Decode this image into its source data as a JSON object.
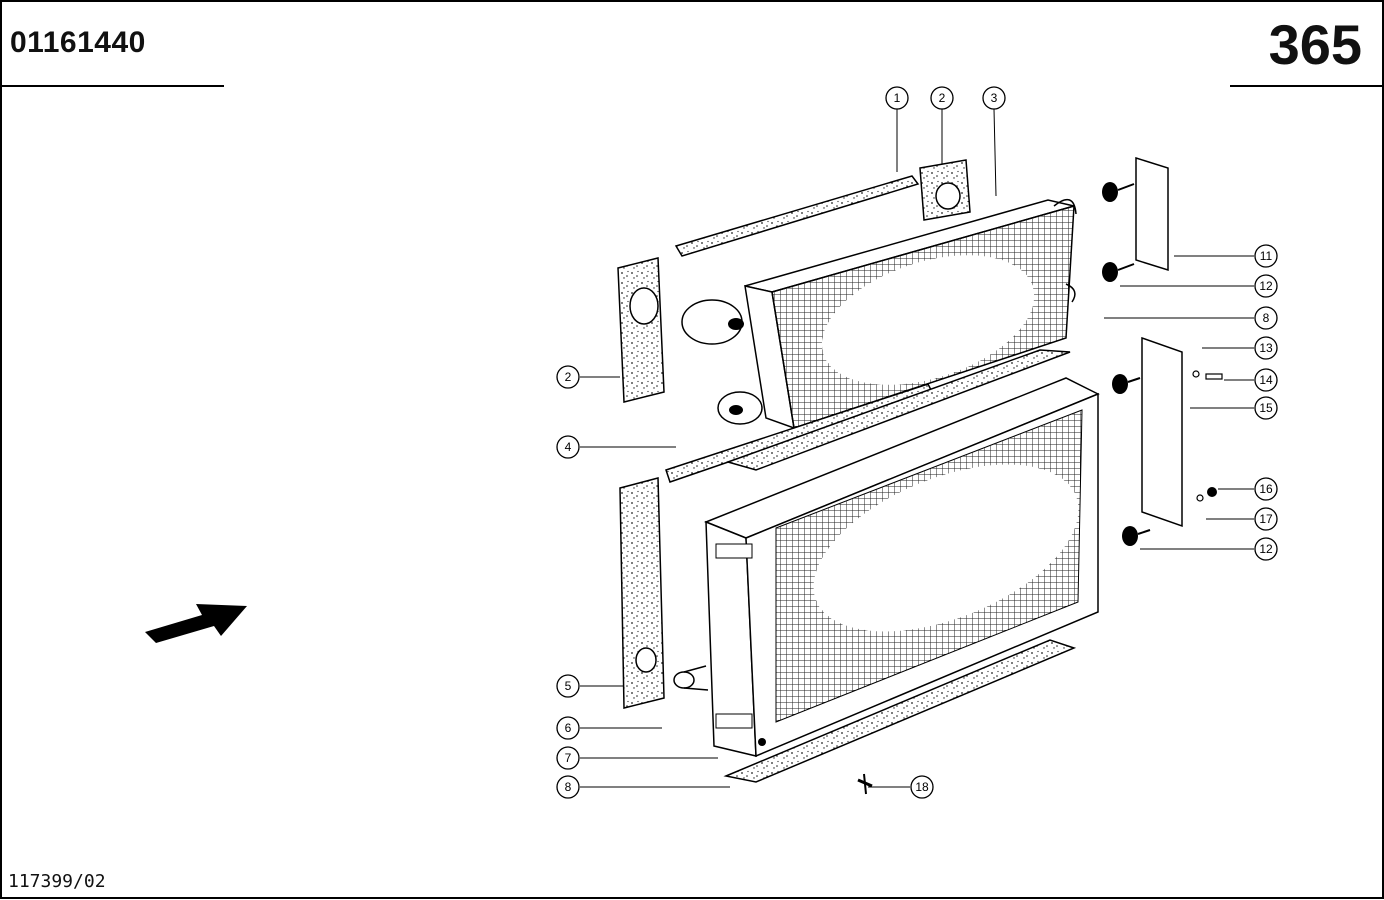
{
  "header": {
    "document_number": "01161440",
    "page_number": "365"
  },
  "footer": {
    "drawing_reference": "117399/02"
  },
  "callouts": [
    "1",
    "2",
    "3",
    "11",
    "12",
    "8",
    "13",
    "14",
    "15",
    "2",
    "4",
    "16",
    "17",
    "12",
    "5",
    "6",
    "7",
    "8",
    "18"
  ]
}
